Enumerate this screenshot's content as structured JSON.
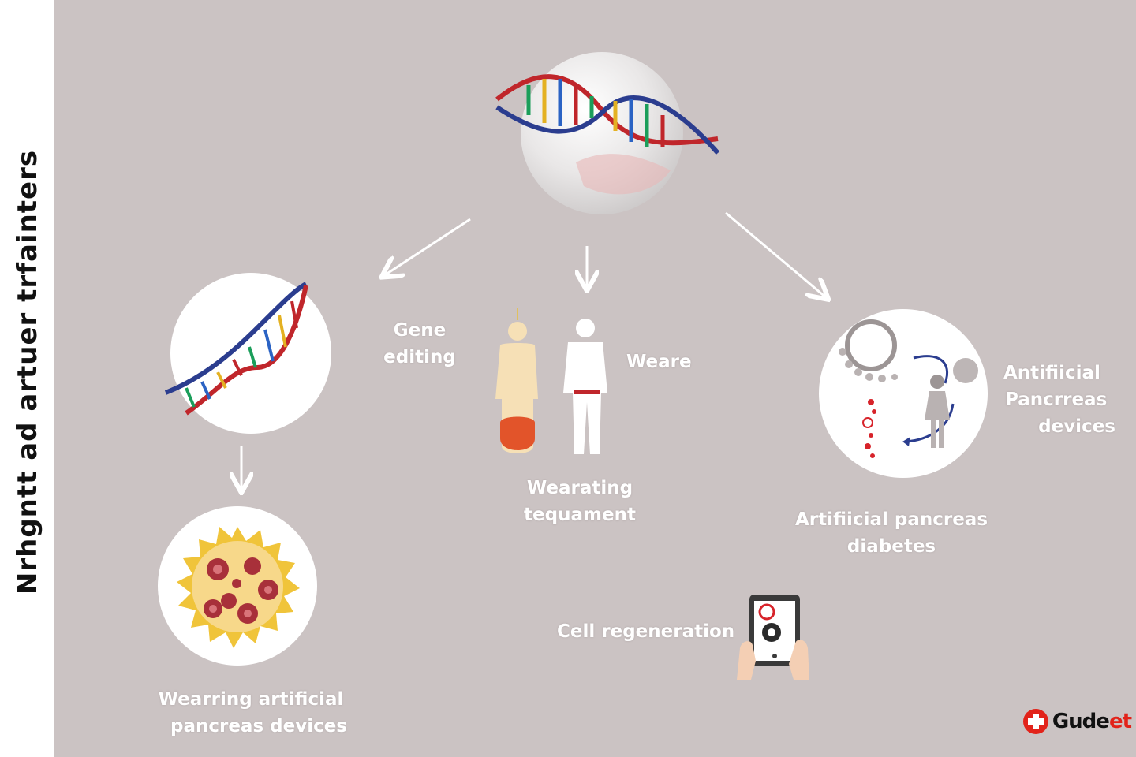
{
  "vertical_title": "Nrhgntt ad artuer trfainters",
  "labels": {
    "gene_editing_line1": "Gene",
    "gene_editing_line2": "editing",
    "weare": "Weare",
    "wearating_line1": "Wearating",
    "wearating_line2": "tequament",
    "artificial_devices_line1": "Antifiicial",
    "artificial_devices_line2": "Pancrreas",
    "artificial_devices_line3": "devices",
    "artificial_diabetes_line1": "Artifiicial pancreas",
    "artificial_diabetes_line2": "diabetes",
    "cell_regeneration": "Cell regeneration",
    "wearing_line1": "Wearring artificial",
    "wearing_line2": "pancreas devices"
  },
  "brand": {
    "main": "Gude",
    "accent": "et"
  },
  "colors": {
    "background": "#cbc3c3",
    "dna_red": "#c0262b",
    "dna_blue": "#2b3d8f",
    "brand_red": "#e2231a"
  }
}
